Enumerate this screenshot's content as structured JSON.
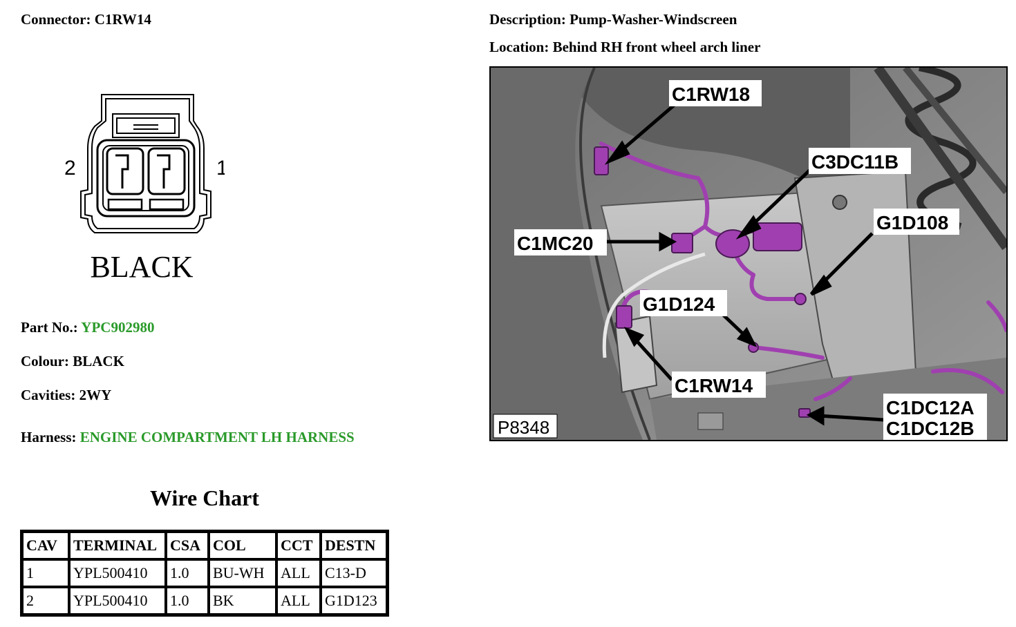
{
  "connector": {
    "label": "Connector:",
    "value": "C1RW14"
  },
  "description": {
    "label": "Description:",
    "value": "Pump-Washer-Windscreen"
  },
  "location": {
    "label": "Location:",
    "value": "Behind RH front wheel arch liner"
  },
  "connector_drawing": {
    "pin_left": "2",
    "pin_right": "1",
    "colour_caption": "BLACK"
  },
  "part": {
    "label": "Part No.:",
    "value": "YPC902980",
    "value_color": "#2a9a2a"
  },
  "colour": {
    "label": "Colour:",
    "value": "BLACK"
  },
  "cavities": {
    "label": "Cavities:",
    "value": "2WY"
  },
  "harness": {
    "label": "Harness:",
    "value": "ENGINE COMPARTMENT LH HARNESS",
    "value_color": "#2a9a2a"
  },
  "wire_chart": {
    "title": "Wire Chart",
    "headers": [
      "CAV",
      "TERMINAL",
      "CSA",
      "COL",
      "CCT",
      "DESTN"
    ],
    "rows": [
      [
        "1",
        "YPL500410",
        "1.0",
        "BU-WH",
        "ALL",
        "C13-D"
      ],
      [
        "2",
        "YPL500410",
        "1.0",
        "BK",
        "ALL",
        "G1D123"
      ]
    ]
  },
  "photo": {
    "reference": "P8348",
    "callouts": [
      "C1RW18",
      "C3DC11B",
      "G1D108",
      "C1MC20",
      "G1D124",
      "C1RW14",
      "C1DC12A",
      "C1DC12B"
    ],
    "harness_color": "#a040b0"
  }
}
